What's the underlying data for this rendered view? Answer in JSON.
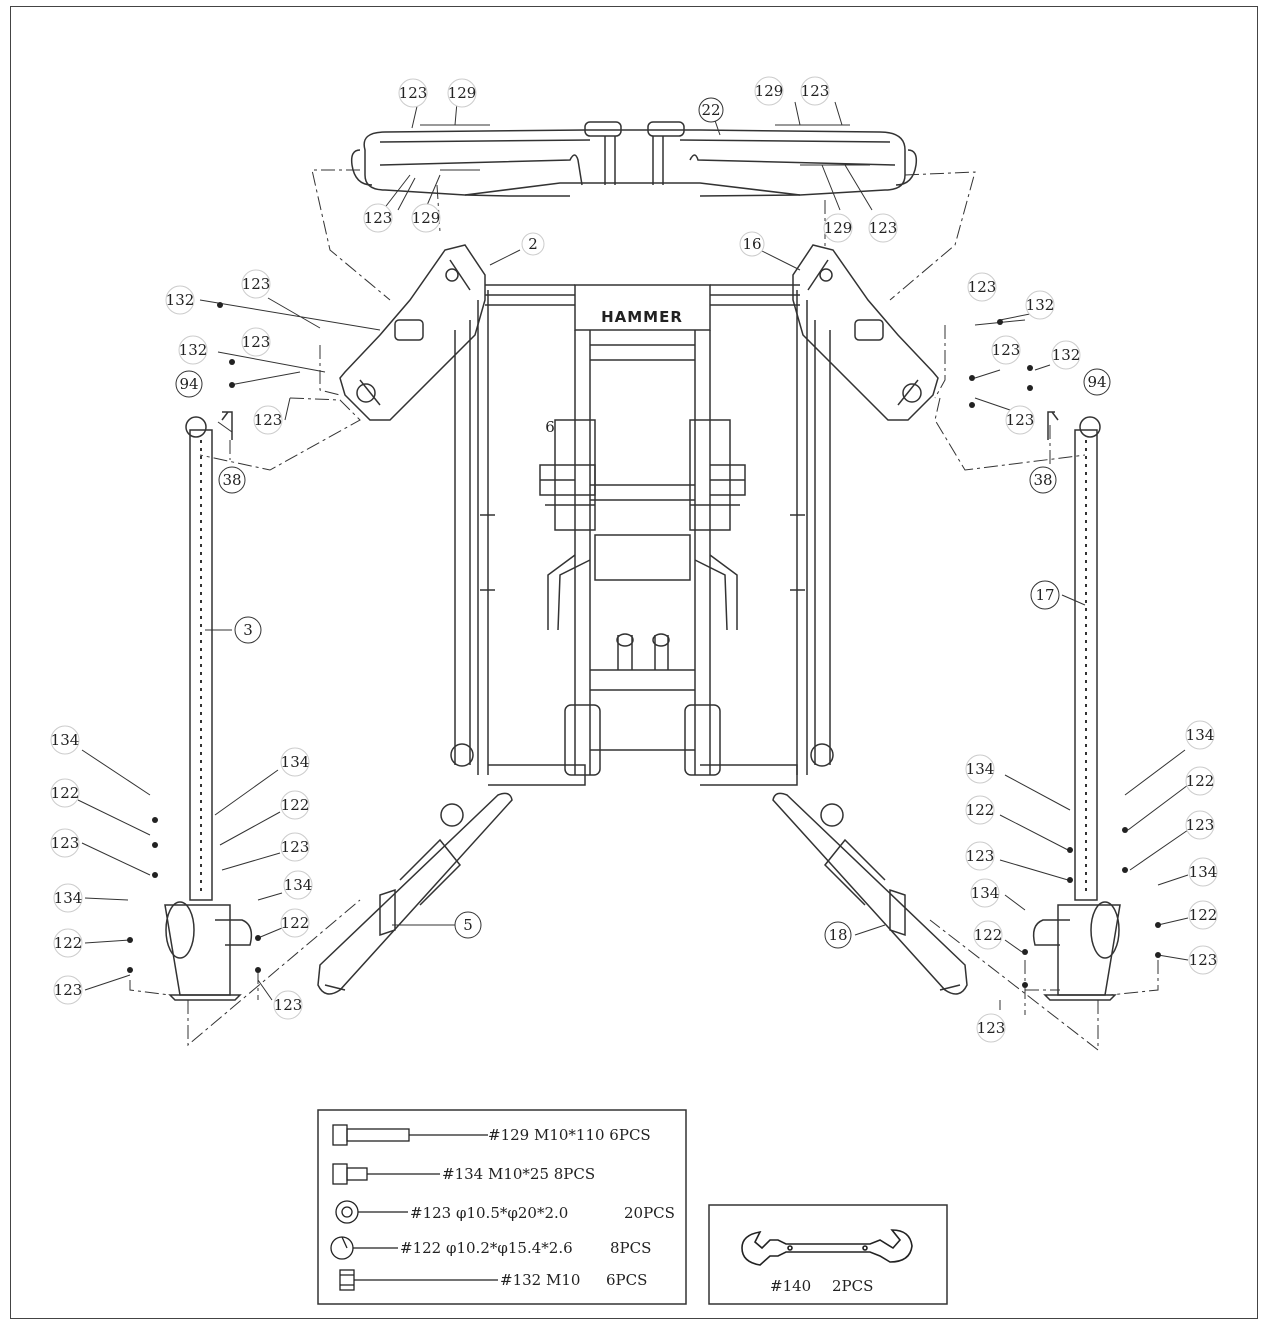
{
  "brand": "HAMMER",
  "labels": {
    "l22": "22",
    "l129a": "129",
    "l123a": "123",
    "l129b": "129",
    "l123b": "123",
    "l123c": "123",
    "l129c": "129",
    "l129d": "129",
    "l123d": "123",
    "l2": "2",
    "l16": "16",
    "l123e": "123",
    "l132a": "132",
    "l123f": "123",
    "l132b": "132",
    "l123g": "123",
    "l94a": "94",
    "l38a": "38",
    "l123h": "123",
    "l132c": "132",
    "l123i": "123",
    "l132d": "132",
    "l123j": "123",
    "l94b": "94",
    "l38b": "38",
    "l6": "6",
    "l3": "3",
    "l17": "17",
    "l134a": "134",
    "l122a": "122",
    "l123k": "123",
    "l134b": "134",
    "l122b": "122",
    "l123l": "123",
    "l134c": "134",
    "l122c": "122",
    "l123m": "123",
    "l134d": "134",
    "l122d": "122",
    "l123n": "123",
    "l5": "5",
    "l18": "18",
    "l134e": "134",
    "l122e": "122",
    "l123o": "123",
    "l134f": "134",
    "l122f": "122",
    "l123p": "123",
    "l134g": "134",
    "l122g": "122",
    "l134h": "134",
    "l122h": "122",
    "l123q": "123",
    "l123r": "123"
  },
  "legend": {
    "item129": "#129 M10*110 6PCS",
    "item134": "#134 M10*25 8PCS",
    "item123": "#123 φ10.5*φ20*2.0",
    "item123_qty": "20PCS",
    "item122": "#122 φ10.2*φ15.4*2.6",
    "item122_qty": "8PCS",
    "item132": "#132 M10",
    "item132_qty": "6PCS",
    "item140": "#140",
    "item140_qty": "2PCS"
  }
}
